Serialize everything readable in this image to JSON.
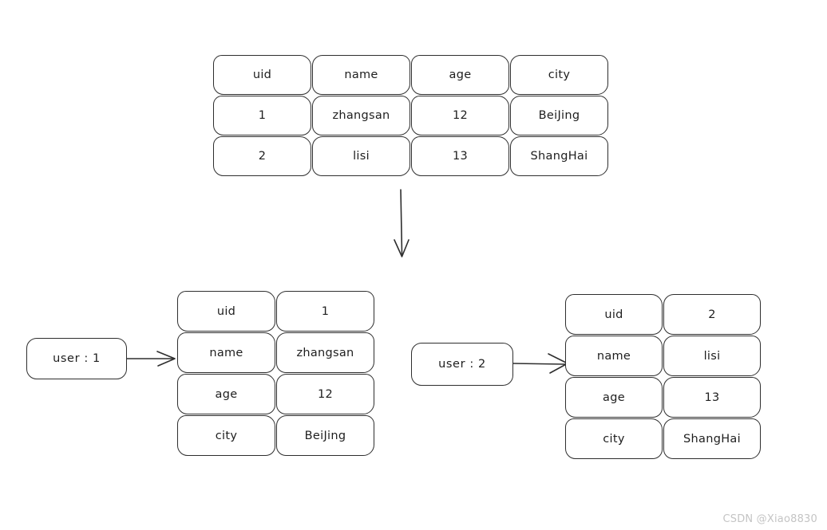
{
  "colors": {
    "stroke": "#2e2e2e",
    "text": "#1e1e1e",
    "background": "#ffffff",
    "watermark": "#c4c4c4"
  },
  "watermark": "CSDN @Xiao8830",
  "source_table": {
    "headers": [
      "uid",
      "name",
      "age",
      "city"
    ],
    "rows": [
      [
        "1",
        "zhangsan",
        "12",
        "BeiJing"
      ],
      [
        "2",
        "lisi",
        "13",
        "ShangHai"
      ]
    ]
  },
  "hash_views": [
    {
      "pointer": "user : 1",
      "pairs": [
        {
          "field": "uid",
          "value": "1"
        },
        {
          "field": "name",
          "value": "zhangsan"
        },
        {
          "field": "age",
          "value": "12"
        },
        {
          "field": "city",
          "value": "BeiJing"
        }
      ]
    },
    {
      "pointer": "user : 2",
      "pairs": [
        {
          "field": "uid",
          "value": "2"
        },
        {
          "field": "name",
          "value": "lisi"
        },
        {
          "field": "age",
          "value": "13"
        },
        {
          "field": "city",
          "value": "ShangHai"
        }
      ]
    }
  ]
}
